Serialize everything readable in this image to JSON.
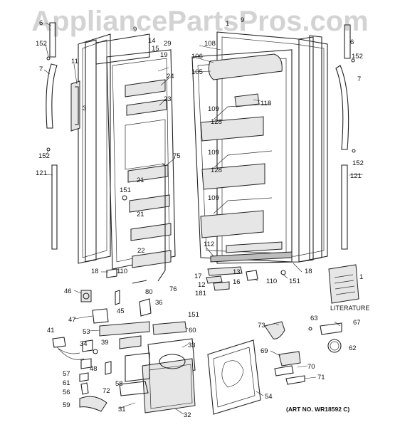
{
  "watermark": "AppliancePartsPros.com",
  "literature_label": "LITERATURE",
  "art_number": "(ART NO. WR18592 C)",
  "labels": {
    "p6a": "6",
    "p152a": "152",
    "p7a": "7",
    "p11": "11",
    "p3": "3",
    "p152b": "152",
    "p121a": "121",
    "p9a": "9",
    "p14": "14",
    "p15": "15",
    "p29": "29",
    "p19": "19",
    "p24": "24",
    "p23": "23",
    "p75": "75",
    "p151a": "151",
    "p21a": "21",
    "p21b": "21",
    "p22": "22",
    "p18a": "18",
    "p110a": "110",
    "p80": "80",
    "p76": "76",
    "p1a": "1",
    "p9b": "9",
    "p108": "108",
    "p106": "106",
    "p105": "105",
    "p118": "118",
    "p109a": "109",
    "p128a": "128",
    "p109b": "109",
    "p128b": "128",
    "p109c": "109",
    "p112": "112",
    "p6b": "6",
    "p152c": "152",
    "p7b": "7",
    "p152d": "152",
    "p121b": "121",
    "p18b": "18",
    "p17": "17",
    "p13": "13",
    "p12": "12",
    "p16": "16",
    "p181": "181",
    "p110b": "110",
    "p151b": "151",
    "p1b": "1",
    "p46": "46",
    "p45": "45",
    "p36": "36",
    "p47": "47",
    "p151c": "151",
    "p53": "53",
    "p60": "60",
    "p41": "41",
    "p39": "39",
    "p34": "34",
    "p33": "33",
    "p57": "57",
    "p61": "61",
    "p56": "56",
    "p48": "48",
    "p72": "72",
    "p58": "58",
    "p59": "59",
    "p31": "31",
    "p32": "32",
    "p73": "73",
    "p63": "63",
    "p67": "67",
    "p62": "62",
    "p69": "69",
    "p70": "70",
    "p71": "71",
    "p54": "54"
  }
}
